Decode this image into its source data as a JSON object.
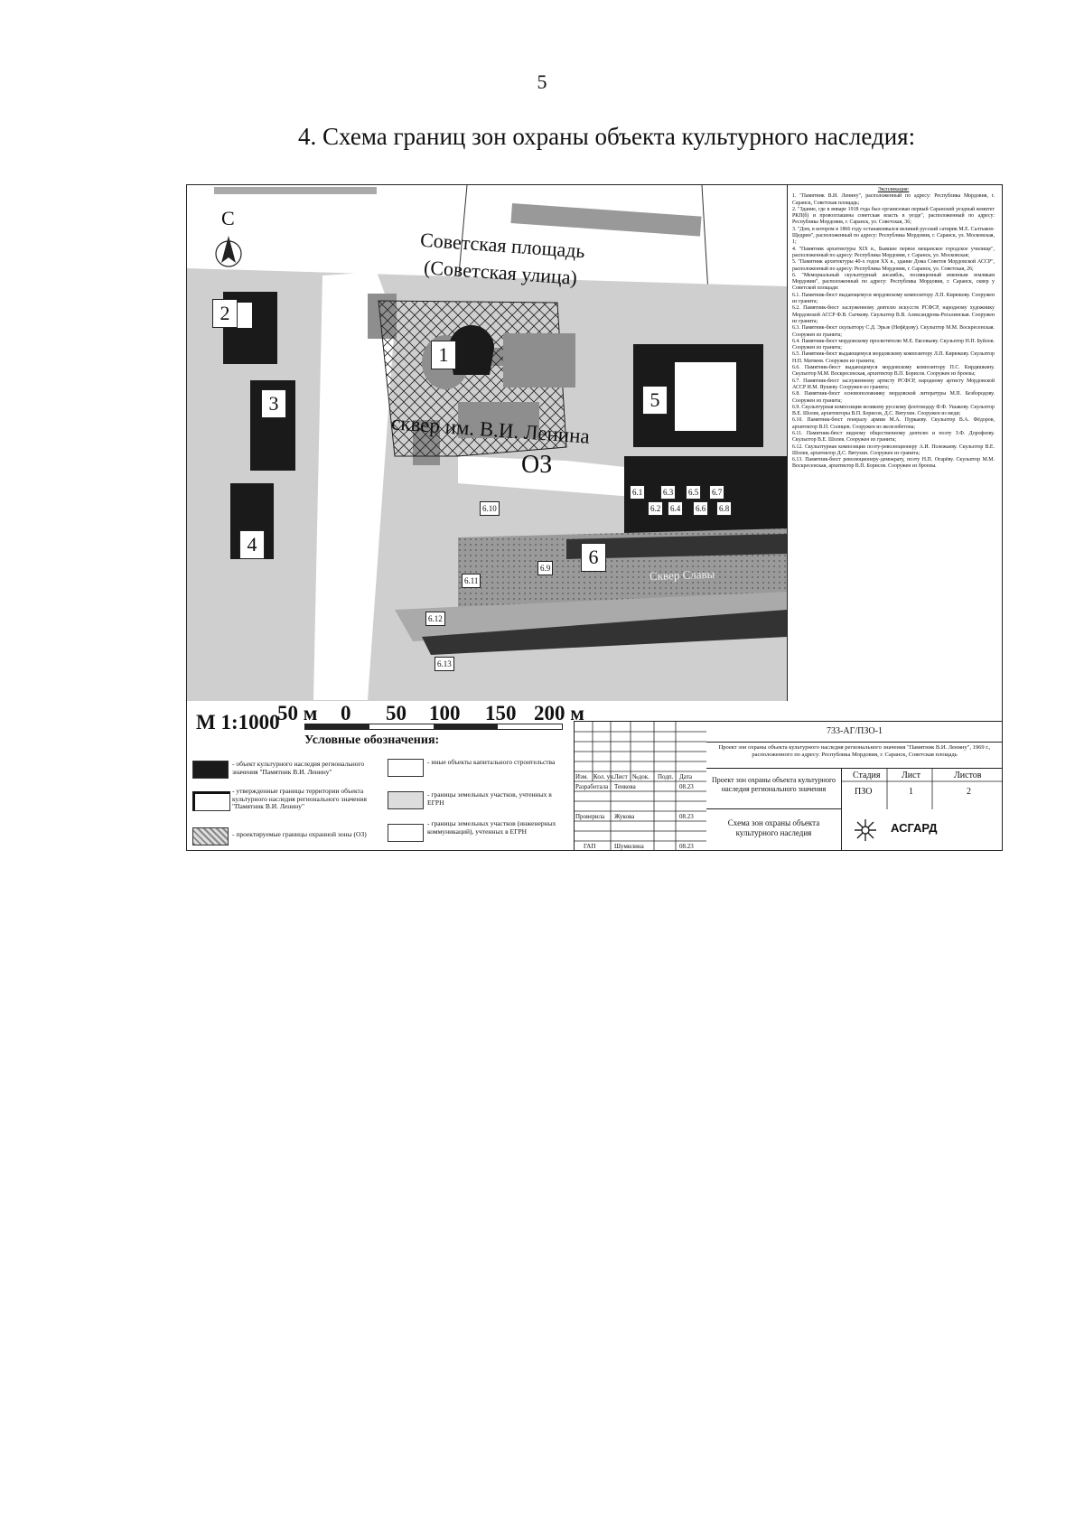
{
  "page": {
    "number": "5",
    "heading": "4. Схема границ зон охраны объекта культурного наследия:"
  },
  "map": {
    "north_letter": "С",
    "street_square": "Советская площадь",
    "street_name": "(Советская улица)",
    "garden_name": "сквер им. В.И. Ленина",
    "zone_label": "ОЗ",
    "alley_label": "Сквер Славы",
    "objects": [
      "1",
      "2",
      "3",
      "4",
      "5",
      "6"
    ],
    "monuments": [
      "6.1",
      "6.2",
      "6.3",
      "6.4",
      "6.5",
      "6.6",
      "6.7",
      "6.8",
      "6.9",
      "6.10",
      "6.11",
      "6.12",
      "6.13"
    ],
    "scale": {
      "ratio": "М 1:1000",
      "ticks": [
        "50 м",
        "0",
        "50",
        "100",
        "150",
        "200 м"
      ]
    }
  },
  "notes": {
    "title": "Экспликация:",
    "items": [
      "1. \"Памятник В.И. Ленину\", расположенный по адресу: Республика Мордовия, г. Саранск, Советская площадь;",
      "2. \"Здание, где в январе 1918 года был организован первый Саранский уездный комитет РКП(б) и провозглашена советская власть в уезде\", расположенный по адресу: Республика Мордовия, г. Саранск, ул. Советская, 36;",
      "3. \"Дом, в котором в 1866 году останавливался великий русский сатирик М.Е. Салтыков-Щедрин\", расположенный по адресу: Республика Мордовия, г. Саранск, ул. Московская, 1;",
      "4. \"Памятник архитектуры XIX в., Бывшее первое мещанское городское училище\", расположенный по адресу: Республика Мордовия, г. Саранск, ул. Московская;",
      "5. \"Памятник архитектуры 40-х годов XX в., здание Дома Советов Мордовской АССР\", расположенный по адресу: Республика Мордовия, г. Саранск, ул. Советская, 26;",
      "6. \"Мемориальный скульптурный ансамбль, посвященный именным землякам Мордовии\", расположенный по адресу: Республика Мордовия, г. Саранск, сквер у Советской площади:",
      "6.1. Памятник-бюст выдающемуся мордовскому композитору Л.П. Кирюкову. Сооружен из гранита;",
      "6.2. Памятник-бюст заслуженному деятелю искусств РСФСР, народному художнику Мордовской АССР Ф.В. Сычкову. Скульптор В.В. Александрова-Рогалинская. Сооружен из гранита;",
      "6.3. Памятник-бюст скульптору С.Д. Эрьзе (Нефёдову). Скульптор М.М. Воскресенская. Сооружен из гранита;",
      "6.4. Памятник-бюст мордовскому просветителю М.Е. Евсевьеву. Скульптор Н.П. Буйлов. Сооружен из гранита;",
      "6.5. Памятник-бюст выдающемуся мордовскому композитору Л.П. Кирюкову. Скульптор Н.П. Матвеев. Сооружен из гранита;",
      "6.6. Памятник-бюст выдающемуся мордовскому композитору П.С. Кирдяшкину. Скульптор М.М. Воскресенская, архитектор В.П. Борисов. Сооружен из бронзы;",
      "6.7. Памятник-бюст заслуженному артисту РСФСР, народному артисту Мордовской АССР И.М. Яушеву. Сооружен из гранита;",
      "6.8. Памятник-бюст основоположнику мордовской литературы М.П. Безбородову. Сооружен из гранита;",
      "6.9. Скульптурная композиция великому русскому флотоводцу Ф.Ф. Ушакову. Скульптор В.Е. Шолев, архитекторы В.П. Борисов, Д.С. Вятухин. Сооружен из меди;",
      "6.10. Памятник-бюст генералу армии М.А. Пуркаеву. Скульптор В.А. Фёдоров, архитектор В.П. Солнцев. Сооружен из железобетона;",
      "6.11. Памятник-бюст видному общественному деятелю и поэту З.Ф. Дорофееву. Скульптор В.Е. Шолев. Сооружен из гранита;",
      "6.12. Скульптурная композиция поэту-революционеру А.И. Полежаеву. Скульптор В.Е. Шолев, архитектор Д.С. Вятухин. Сооружен из гранита;",
      "6.13. Памятник-бюст революционеру-демократу, поэту Н.П. Огарёву. Скульптор М.М. Воскресенская, архитектор В.П. Борисов. Сооружен из бронзы."
    ]
  },
  "legend": {
    "title": "Условные обозначения:",
    "items": [
      {
        "text": "- объект культурного наследия регионального значения \"Памятник В.И. Ленину\"",
        "swatch": "solid-black"
      },
      {
        "text": "- иные объекты капитального строительства",
        "swatch": "outline"
      },
      {
        "text": "- утвержденные границы территории объекта культурного наследия регионального значения \"Памятник В.И. Ленину\"",
        "swatch": "bracket"
      },
      {
        "text": "- границы земельных участков, учтенных в ЕГРН",
        "swatch": "outline-gray"
      },
      {
        "text": "- проектируемые границы охранной зоны (ОЗ)",
        "swatch": "hatched"
      },
      {
        "text": "- границы земельных участков (инженерных коммуникаций), учтенных в ЕГРН",
        "swatch": "outline"
      }
    ]
  },
  "stamp": {
    "code": "733-АГ/ПЗО-1",
    "project": "Проект зон охраны объекта культурного наследия регионального значения \"Памятник В.И. Ленину\", 1969 г., расположенного по адресу: Республика Мордовия, г. Саранск, Советская площадь",
    "object_title": "Проект зон охраны объекта культурного наследия регионального значения",
    "drawing_title": "Схема зон охраны объекта культурного наследия",
    "stage_header": "Стадия",
    "sheet_header": "Лист",
    "sheets_header": "Листов",
    "stage": "ПЗО",
    "sheet": "1",
    "sheets": "2",
    "company": "АСГАРД",
    "columns": [
      "Изм.",
      "Кол. уч.",
      "Лист",
      "№док.",
      "Подп.",
      "Дата"
    ],
    "rows": [
      {
        "role": "Разработала",
        "name": "Тенкова",
        "date": "08.23"
      },
      {
        "role": "Проверила",
        "name": "Жукова",
        "date": "08.23"
      },
      {
        "role": "ГАП",
        "name": "Шумилина",
        "date": "08.23"
      }
    ]
  },
  "colors": {
    "ink": "#111111",
    "building_dark": "#1a1a1a",
    "building_gray": "#8e8e8e",
    "ground_light": "#cfcfcf",
    "paper": "#ffffff"
  }
}
